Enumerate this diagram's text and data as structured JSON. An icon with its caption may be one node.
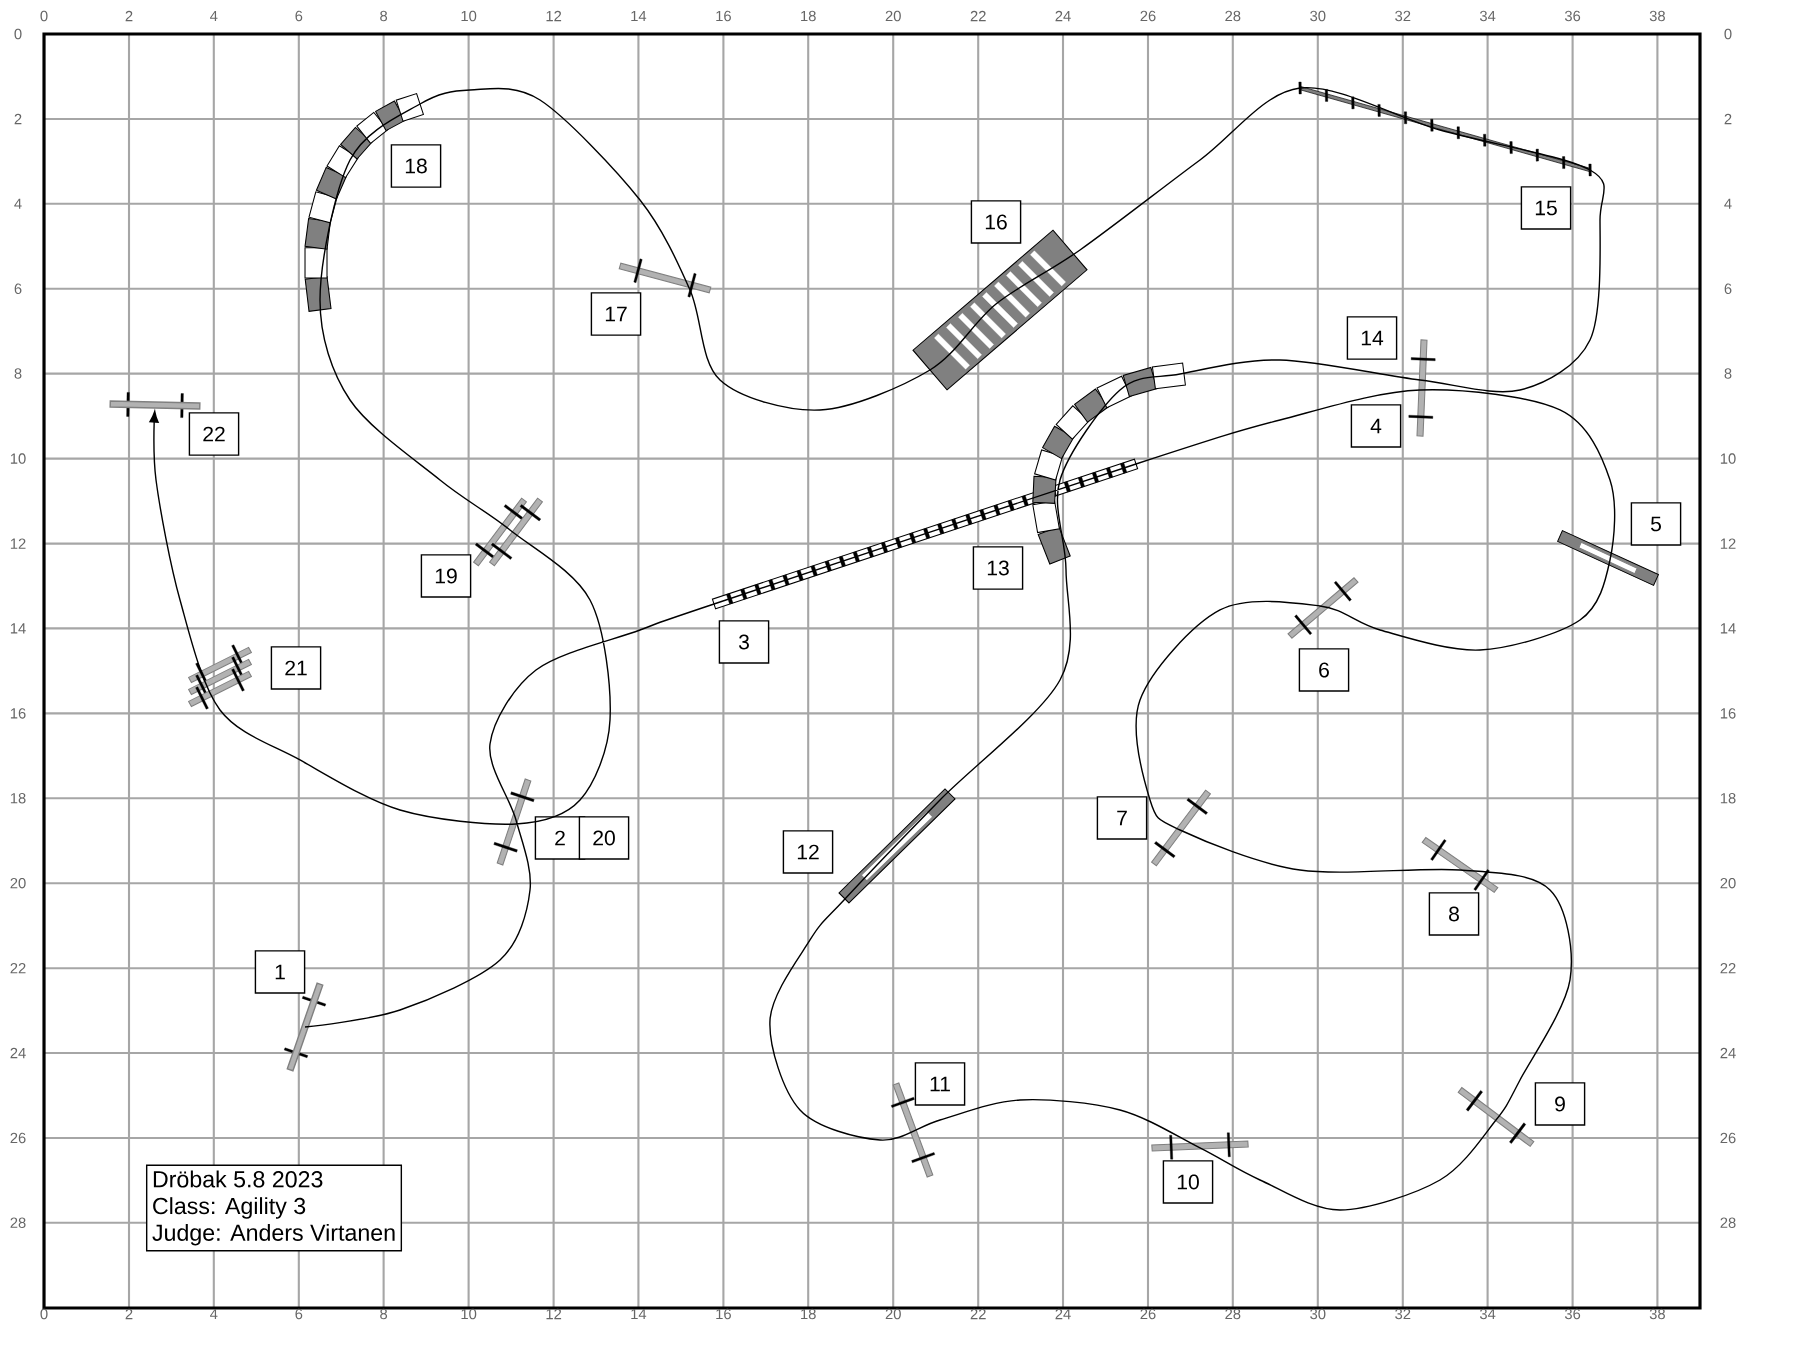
{
  "diagram": {
    "nodes": [
      {
        "text": [
          "1"
        ]
      },
      {
        "text": [
          "2"
        ]
      },
      {
        "text": [
          "20"
        ]
      },
      {
        "text": [
          "3"
        ]
      },
      {
        "text": [
          "4"
        ]
      },
      {
        "text": [
          "5"
        ]
      },
      {
        "text": [
          "6"
        ]
      },
      {
        "text": [
          "7"
        ]
      },
      {
        "text": [
          "8"
        ]
      },
      {
        "text": [
          "9"
        ]
      },
      {
        "text": [
          "10"
        ]
      },
      {
        "text": [
          "11"
        ]
      },
      {
        "text": [
          "12"
        ]
      },
      {
        "text": [
          "13"
        ]
      },
      {
        "text": [
          "14"
        ]
      },
      {
        "text": [
          "15"
        ]
      },
      {
        "text": [
          "16"
        ]
      },
      {
        "text": [
          "17"
        ]
      },
      {
        "text": [
          "18"
        ]
      },
      {
        "text": [
          "19"
        ]
      },
      {
        "text": [
          "21"
        ]
      },
      {
        "text": [
          "22"
        ]
      },
      {
        "text": [
          "Dröbak 5.8 2023",
          "Class: Agility 3",
          "Judge: Anders Virtanen"
        ]
      },
      {
        "text": [],
        "shape": "bar"
      },
      {
        "text": [],
        "shape": "bar"
      }
    ],
    "edges": [
      {
        "from": 23,
        "to": 24,
        "arrow": "to"
      }
    ],
    "labels": [
      "0",
      "2",
      "4",
      "6",
      "8",
      "10",
      "12",
      "14",
      "16",
      "18",
      "20",
      "22",
      "24",
      "26",
      "28",
      "30",
      "32",
      "34",
      "36",
      "38",
      "0",
      "2",
      "4",
      "6",
      "8",
      "10",
      "12",
      "14",
      "16",
      "18",
      "20",
      "22",
      "24",
      "26",
      "28",
      "0",
      "2",
      "4",
      "6",
      "8",
      "10",
      "12",
      "14",
      "16",
      "18",
      "20",
      "22",
      "24",
      "26",
      "28",
      "0",
      "2",
      "4",
      "6",
      "8",
      "10",
      "12",
      "14",
      "16",
      "18",
      "20",
      "22",
      "24",
      "26",
      "28",
      "30",
      "32",
      "34",
      "36",
      "38"
    ]
  }
}
